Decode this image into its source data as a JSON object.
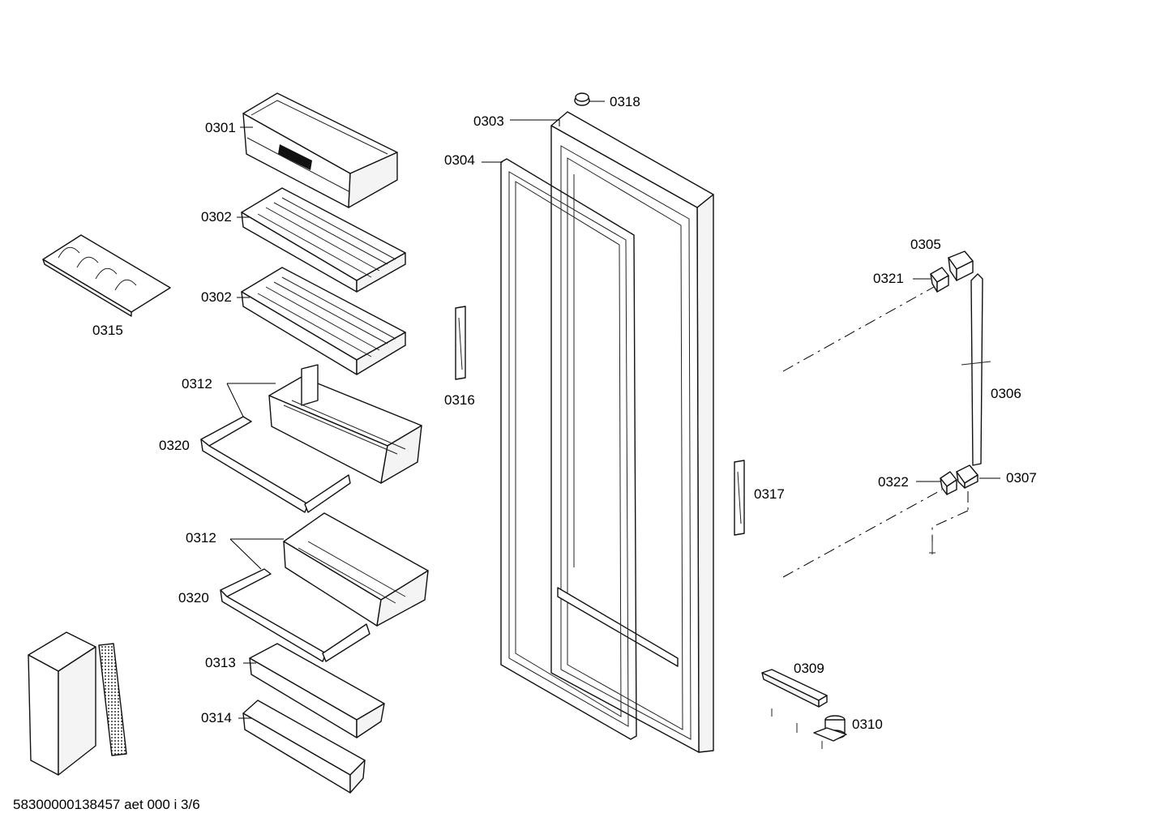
{
  "labels": {
    "p0301": "0301",
    "p0302a": "0302",
    "p0302b": "0302",
    "p0303": "0303",
    "p0304": "0304",
    "p0305": "0305",
    "p0306": "0306",
    "p0307": "0307",
    "p0309": "0309",
    "p0310": "0310",
    "p0312a": "0312",
    "p0312b": "0312",
    "p0313": "0313",
    "p0314": "0314",
    "p0315": "0315",
    "p0316": "0316",
    "p0317": "0317",
    "p0318": "0318",
    "p0320a": "0320",
    "p0320b": "0320",
    "p0321": "0321",
    "p0322": "0322"
  },
  "footer": "58300000138457 aet 000 i 3/6"
}
